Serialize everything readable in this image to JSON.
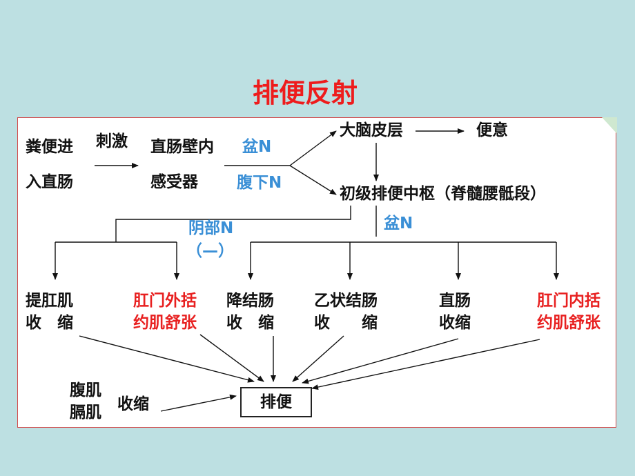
{
  "title": "排便反射",
  "diagram": {
    "stimulus_line1": "粪便进",
    "stimulus_line2": "入直肠",
    "stimulus_label": "刺激",
    "receptor_line1": "直肠壁内",
    "receptor_line2": "感受器",
    "nerve_pelvic_top": "盆N",
    "nerve_hypogastric": "腹下N",
    "cortex": "大脑皮层",
    "sensation": "便意",
    "center": "初级排便中枢（脊髓腰骶段）",
    "nerve_pelvic_down": "盆N",
    "nerve_pudendal": "阴部N",
    "nerve_pudendal_sign": "（—）",
    "effectors": [
      {
        "line1": "提肛肌",
        "line2": "收　缩",
        "color": "black"
      },
      {
        "line1": "肛门外括",
        "line2": "约肌舒张",
        "color": "red"
      },
      {
        "line1": "降结肠",
        "line2": "收　缩",
        "color": "black"
      },
      {
        "line1": "乙状结肠",
        "line2": "收　　缩",
        "color": "black"
      },
      {
        "line1": "直肠",
        "line2": "收缩",
        "color": "black"
      },
      {
        "line1": "肛门内括",
        "line2": "约肌舒张",
        "color": "red"
      }
    ],
    "abdominal_line1": "腹肌",
    "abdominal_line2": "膈肌",
    "abdominal_action": "收缩",
    "outcome": "排便"
  }
}
